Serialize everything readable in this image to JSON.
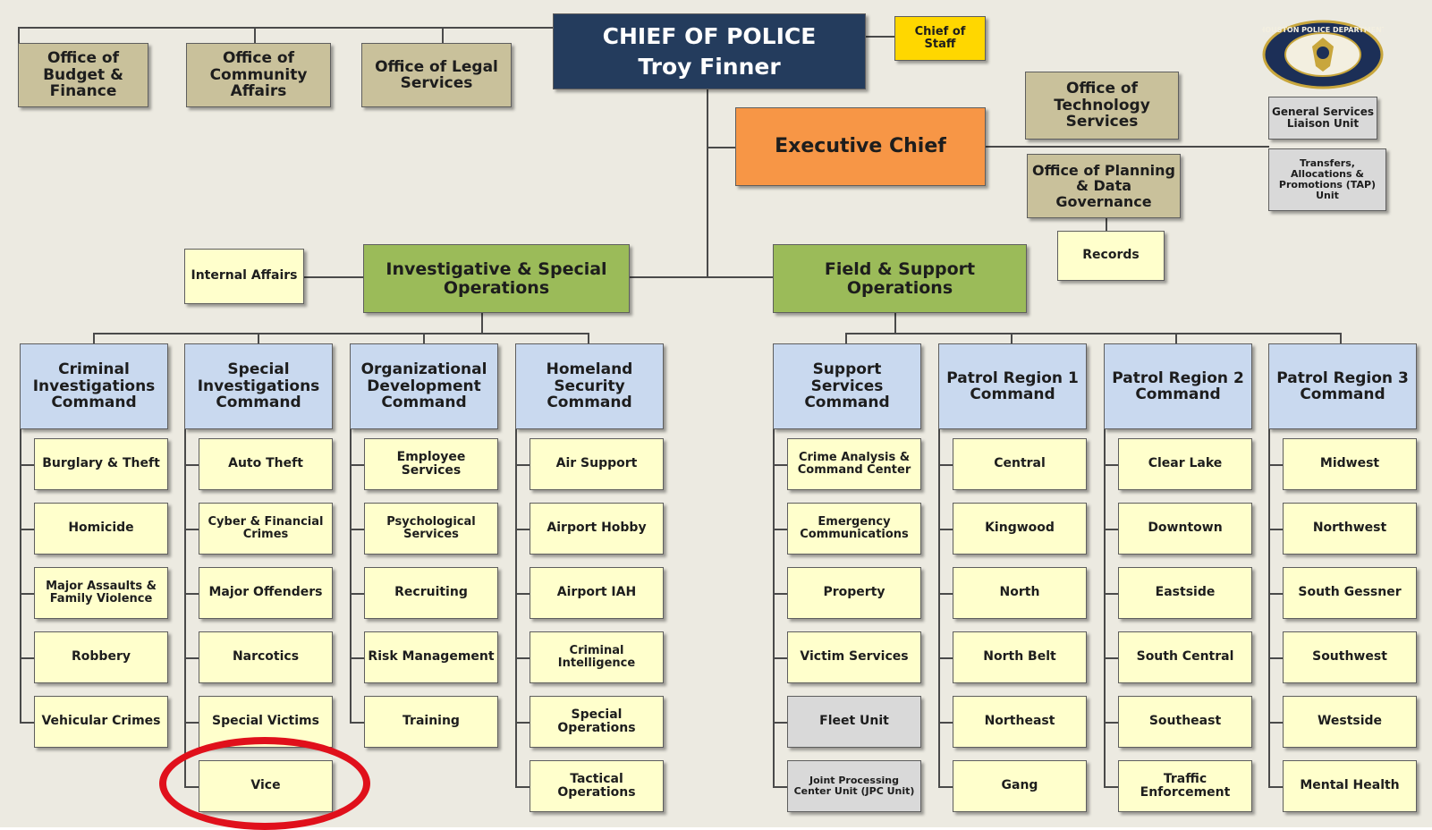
{
  "chief": {
    "title": "CHIEF OF POLICE",
    "name": "Troy Finner"
  },
  "chief_of_staff": "Chief of Staff",
  "offices": [
    "Office of Budget & Finance",
    "Office of Community Affairs",
    "Office of Legal Services"
  ],
  "executive_chief": "Executive Chief",
  "office_tech": "Office of Technology Services",
  "office_planning": "Office of Planning & Data Governance",
  "records": "Records",
  "general_services": "General Services Liaison Unit",
  "tap_unit": "Transfers, Allocations & Promotions (TAP) Unit",
  "logo_text": "HOUSTON POLICE DEPARTMENT",
  "internal_affairs": "Internal Affairs",
  "investigative": "Investigative & Special Operations",
  "field_support": "Field & Support Operations",
  "commands": [
    {
      "name": "Criminal Investigations Command",
      "units": [
        "Burglary & Theft",
        "Homicide",
        "Major Assaults & Family Violence",
        "Robbery",
        "Vehicular Crimes"
      ]
    },
    {
      "name": "Special Investigations Command",
      "units": [
        "Auto Theft",
        "Cyber & Financial Crimes",
        "Major Offenders",
        "Narcotics",
        "Special Victims",
        "Vice"
      ]
    },
    {
      "name": "Organizational Development Command",
      "units": [
        "Employee Services",
        "Psychological Services",
        "Recruiting",
        "Risk Management",
        "Training"
      ]
    },
    {
      "name": "Homeland Security Command",
      "units": [
        "Air Support",
        "Airport Hobby",
        "Airport IAH",
        "Criminal Intelligence",
        "Special Operations",
        "Tactical Operations"
      ]
    },
    {
      "name": "Support Services Command",
      "units": [
        "Crime Analysis & Command Center",
        "Emergency Communications",
        "Property",
        "Victim Services",
        "Fleet Unit",
        "Joint Processing Center Unit (JPC Unit)"
      ]
    },
    {
      "name": "Patrol Region 1 Command",
      "units": [
        "Central",
        "Kingwood",
        "North",
        "North Belt",
        "Northeast",
        "Gang"
      ]
    },
    {
      "name": "Patrol Region 2 Command",
      "units": [
        "Clear Lake",
        "Downtown",
        "Eastside",
        "South Central",
        "Southeast",
        "Traffic Enforcement"
      ]
    },
    {
      "name": "Patrol Region 3 Command",
      "units": [
        "Midwest",
        "Northwest",
        "South Gessner",
        "Southwest",
        "Westside",
        "Mental Health"
      ]
    }
  ],
  "highlighted_unit": "Vice",
  "colors": {
    "chief": "#243c5d",
    "executive": "#f79646",
    "chief_of_staff": "#ffd700",
    "offices": "#c9c19b",
    "operations": "#9bbb59",
    "commands": "#c9d9ef",
    "units": "#ffffcc",
    "grey_units": "#d9d9d9",
    "highlight_circle": "#e0101b"
  }
}
